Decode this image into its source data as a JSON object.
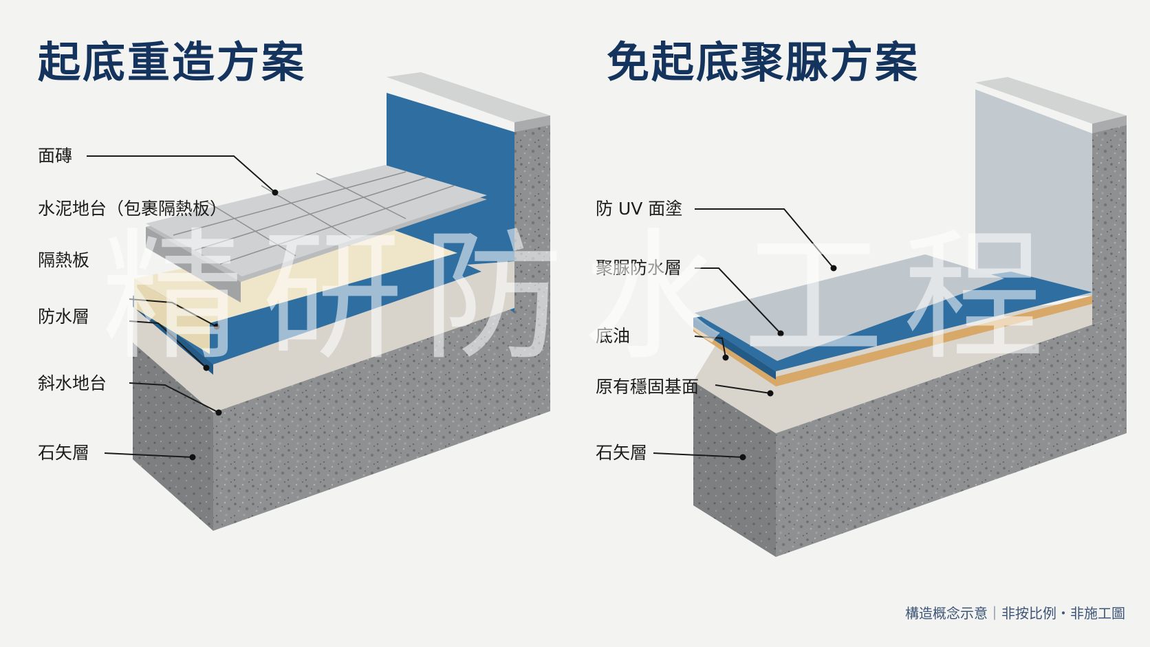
{
  "left_panel": {
    "title": "起底重造方案",
    "labels": [
      "面磚",
      "水泥地台（包裹隔熱板）",
      "隔熱板",
      "防水層",
      "斜水地台",
      "石矢層"
    ]
  },
  "right_panel": {
    "title": "免起底聚脲方案",
    "labels": [
      "防 UV 面塗",
      "聚脲防水層",
      "底油",
      "原有穩固基面",
      "石矢層"
    ]
  },
  "watermark": "精研防水工程",
  "footnote": "構造概念示意｜非按比例・非施工圖",
  "colors": {
    "title": "#14345e",
    "waterproof_blue": "#2f6ea0",
    "concrete": "#8f9193",
    "tile": "#c9cbcc",
    "insulation": "#efe5c8",
    "primer": "#d7a867"
  }
}
